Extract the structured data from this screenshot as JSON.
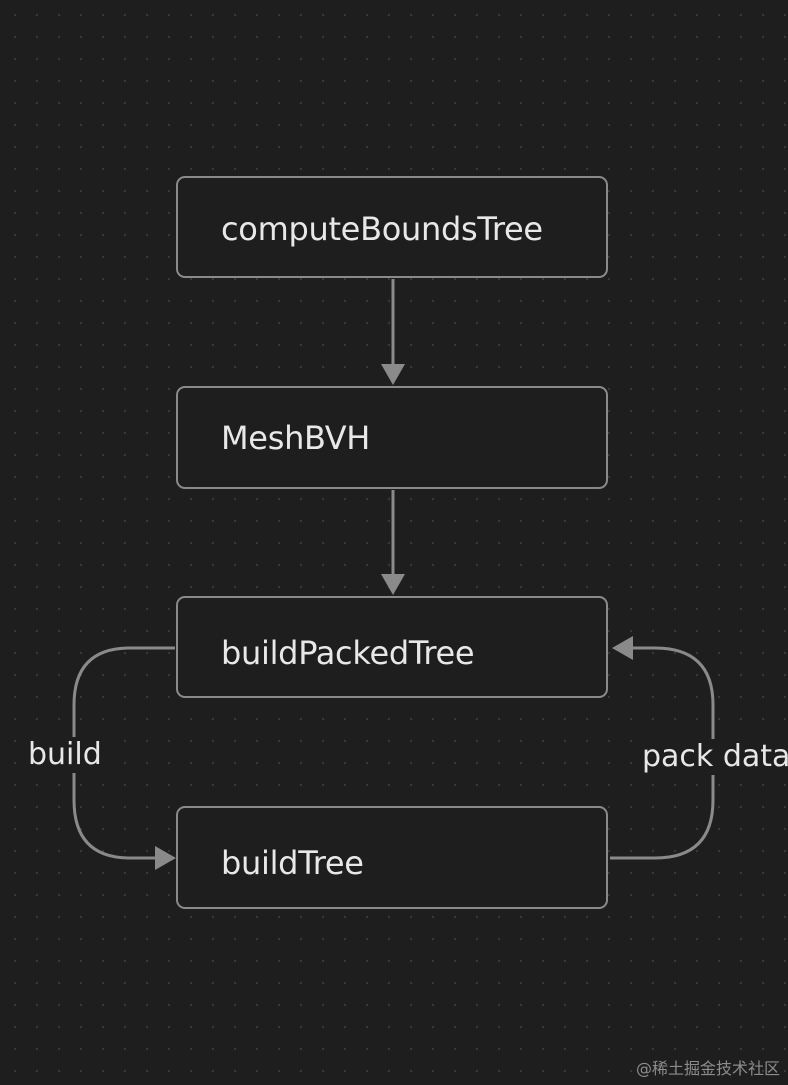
{
  "diagram": {
    "nodes": [
      {
        "id": "compute-bounds-tree",
        "label": "computeBoundsTree"
      },
      {
        "id": "mesh-bvh",
        "label": "MeshBVH"
      },
      {
        "id": "build-packed-tree",
        "label": "buildPackedTree"
      },
      {
        "id": "build-tree",
        "label": "buildTree"
      }
    ],
    "edges": [
      {
        "from": "computeBoundsTree",
        "to": "MeshBVH",
        "label": ""
      },
      {
        "from": "MeshBVH",
        "to": "buildPackedTree",
        "label": ""
      },
      {
        "from": "buildPackedTree",
        "to": "buildTree",
        "label": "build"
      },
      {
        "from": "buildTree",
        "to": "buildPackedTree",
        "label": "pack data"
      }
    ],
    "colors": {
      "background": "#1e1e1e",
      "node_border": "#8a8a8a",
      "edge": "#8a8a8a",
      "text": "#e8e8e8"
    }
  },
  "watermark": "@稀土掘金技术社区"
}
